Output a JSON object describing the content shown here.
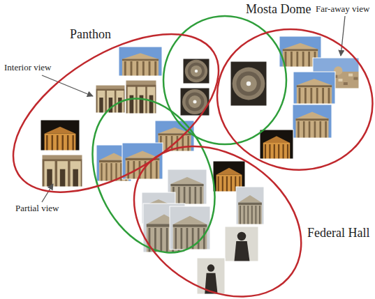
{
  "diagram": {
    "nodes": [
      {
        "text": [
          "Panthon"
        ]
      },
      {
        "text": [
          "Mosta Dome"
        ]
      },
      {
        "text": [
          "Federal Hall"
        ]
      }
    ],
    "edges": [],
    "labels": [
      "Interior view",
      "Partial view",
      "Far-away view"
    ]
  }
}
